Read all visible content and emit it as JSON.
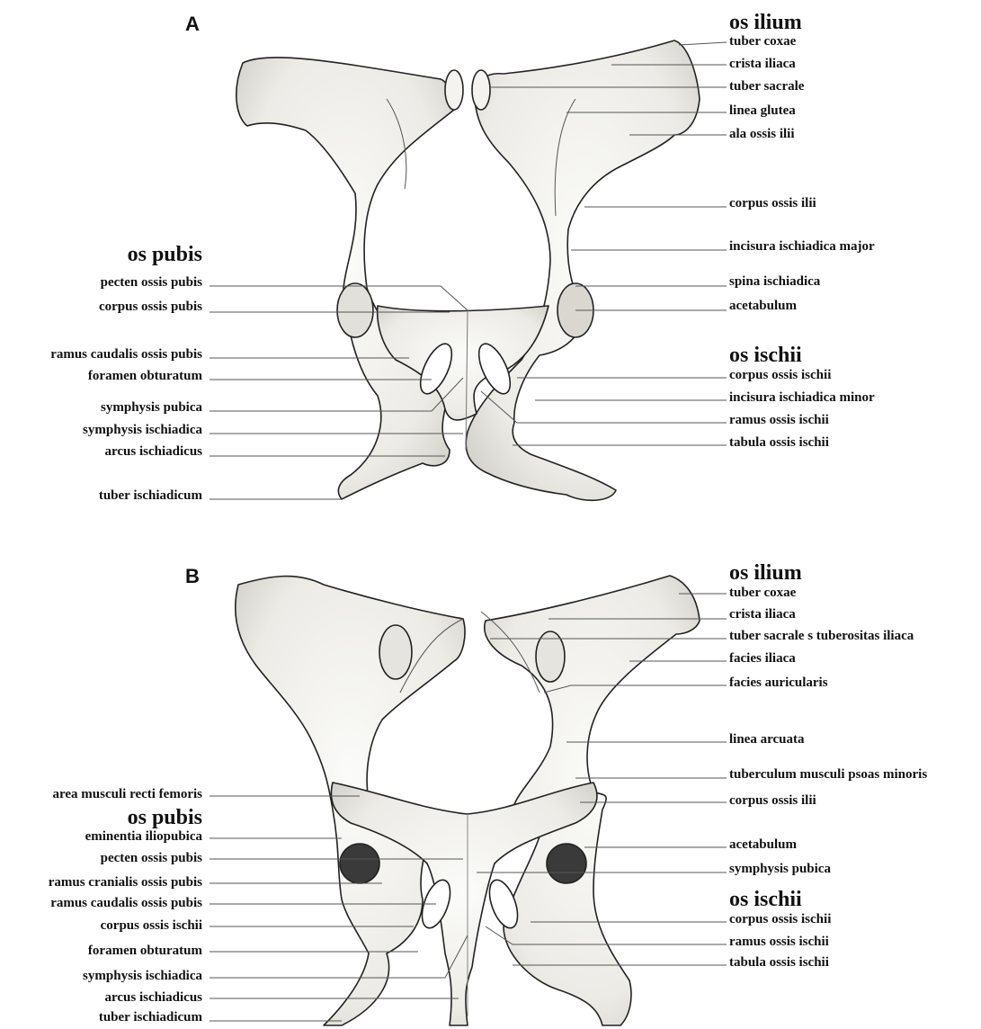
{
  "figure": {
    "panel_a_letter": "A",
    "panel_b_letter": "B"
  },
  "panel_a": {
    "right": {
      "os_ilium_title": "os ilium",
      "tuber_coxae": "tuber coxae",
      "crista_iliaca": "crista iliaca",
      "tuber_sacrale": "tuber sacrale",
      "linea_glutea": "linea glutea",
      "ala_ossis_ilii": "ala ossis ilii",
      "corpus_ossis_ilii": "corpus ossis ilii",
      "incisura_major": "incisura ischiadica major",
      "spina_ischiadica": "spina ischiadica",
      "acetabulum": "acetabulum",
      "os_ischii_title": "os ischii",
      "corpus_ossis_ischii": "corpus ossis ischii",
      "incisura_minor": "incisura ischiadica minor",
      "ramus_ossis_ischii": "ramus ossis ischii",
      "tabula_ossis_ischii": "tabula ossis ischii"
    },
    "left": {
      "os_pubis_title": "os pubis",
      "pecten_ossis_pubis": "pecten ossis pubis",
      "corpus_ossis_pubis": "corpus ossis pubis",
      "ramus_caudalis": "ramus caudalis ossis pubis",
      "foramen_obturatum": "foramen obturatum",
      "symphysis_pubica": "symphysis pubica",
      "symphysis_ischiadica": "symphysis ischiadica",
      "arcus_ischiadicus": "arcus ischiadicus",
      "tuber_ischiadicum": "tuber ischiadicum"
    }
  },
  "panel_b": {
    "right": {
      "os_ilium_title": "os ilium",
      "tuber_coxae": "tuber coxae",
      "crista_iliaca": "crista iliaca",
      "tuber_sacrale": "tuber sacrale s tuberositas iliaca",
      "facies_iliaca": "facies iliaca",
      "facies_auricularis": "facies auricularis",
      "linea_arcuata": "linea arcuata",
      "tuberculum_psoas": "tuberculum musculi psoas minoris",
      "corpus_ossis_ilii": "corpus ossis ilii",
      "acetabulum": "acetabulum",
      "symphysis_pubica": "symphysis pubica",
      "os_ischii_title": "os ischii",
      "corpus_ossis_ischii": "corpus ossis ischii",
      "ramus_ossis_ischii": "ramus ossis ischii",
      "tabula_ossis_ischii": "tabula ossis ischii"
    },
    "left": {
      "area_recti_femoris": "area musculi recti femoris",
      "os_pubis_title": "os pubis",
      "eminentia_iliopubica": "eminentia iliopubica",
      "pecten_ossis_pubis": "pecten ossis pubis",
      "ramus_cranialis": "ramus cranialis ossis pubis",
      "ramus_caudalis": "ramus caudalis ossis pubis",
      "corpus_ossis_ischii": "corpus ossis ischii",
      "foramen_obturatum": "foramen obturatum",
      "symphysis_ischiadica": "symphysis ischiadica",
      "arcus_ischiadicus": "arcus ischiadicus",
      "tuber_ischiadicum": "tuber ischiadicum"
    }
  }
}
